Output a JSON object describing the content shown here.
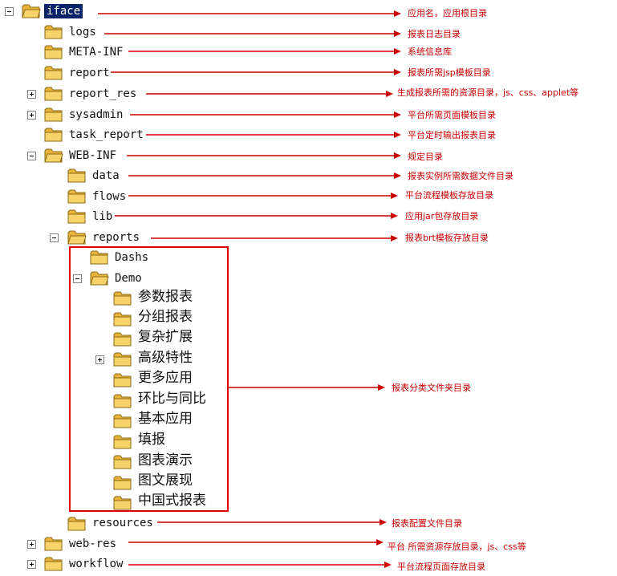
{
  "tree": {
    "root": {
      "label": "iface",
      "icon": "folder-open-icon",
      "toggle": "minus"
    },
    "items": [
      {
        "key": "logs",
        "label": "logs"
      },
      {
        "key": "meta_inf",
        "label": "META-INF"
      },
      {
        "key": "report",
        "label": "report"
      },
      {
        "key": "report_res",
        "label": "report_res"
      },
      {
        "key": "sysadmin",
        "label": "sysadmin"
      },
      {
        "key": "task_report",
        "label": "task_report"
      },
      {
        "key": "web_inf",
        "label": "WEB-INF"
      },
      {
        "key": "data",
        "label": "data"
      },
      {
        "key": "flows",
        "label": "flows"
      },
      {
        "key": "lib",
        "label": "lib"
      },
      {
        "key": "reports",
        "label": "reports"
      },
      {
        "key": "dashs",
        "label": "Dashs"
      },
      {
        "key": "demo",
        "label": "Demo"
      },
      {
        "key": "demo_1",
        "label": "参数报表"
      },
      {
        "key": "demo_2",
        "label": "分组报表"
      },
      {
        "key": "demo_3",
        "label": "复杂扩展"
      },
      {
        "key": "demo_4",
        "label": "高级特性"
      },
      {
        "key": "demo_5",
        "label": "更多应用"
      },
      {
        "key": "demo_6",
        "label": "环比与同比"
      },
      {
        "key": "demo_7",
        "label": "基本应用"
      },
      {
        "key": "demo_8",
        "label": "填报"
      },
      {
        "key": "demo_9",
        "label": "图表演示"
      },
      {
        "key": "demo_10",
        "label": "图文展现"
      },
      {
        "key": "demo_11",
        "label": "中国式报表"
      },
      {
        "key": "resources",
        "label": "resources"
      },
      {
        "key": "web_res",
        "label": "web-res"
      },
      {
        "key": "workflow",
        "label": "workflow"
      }
    ]
  },
  "annotations": [
    {
      "key": "iface",
      "text": "应用名，应用根目录"
    },
    {
      "key": "logs",
      "text": "报表日志目录"
    },
    {
      "key": "meta_inf",
      "text": "系统信息库"
    },
    {
      "key": "report",
      "text": "报表所需jsp模板目录"
    },
    {
      "key": "report_res",
      "text": "生成报表所需的资源目录，js、css、applet等"
    },
    {
      "key": "sysadmin",
      "text": "平台所需页面模板目录"
    },
    {
      "key": "task_report",
      "text": "平台定时输出报表目录"
    },
    {
      "key": "web_inf",
      "text": "规定目录"
    },
    {
      "key": "data",
      "text": "报表实例所需数据文件目录"
    },
    {
      "key": "flows",
      "text": "平台流程模板存放目录"
    },
    {
      "key": "lib",
      "text": "应用jar包存放目录"
    },
    {
      "key": "reports",
      "text": "报表brt模板存放目录"
    },
    {
      "key": "box",
      "text": "报表分类文件夹目录"
    },
    {
      "key": "resources",
      "text": "报表配置文件目录"
    },
    {
      "key": "web_res",
      "text": "平台 所需资源存放目录，js、css等"
    },
    {
      "key": "workflow",
      "text": "平台流程页面存放目录"
    }
  ],
  "colors": {
    "annotation": "#cc0000",
    "folder": "#f7d36a",
    "selection": "#0a246a"
  }
}
